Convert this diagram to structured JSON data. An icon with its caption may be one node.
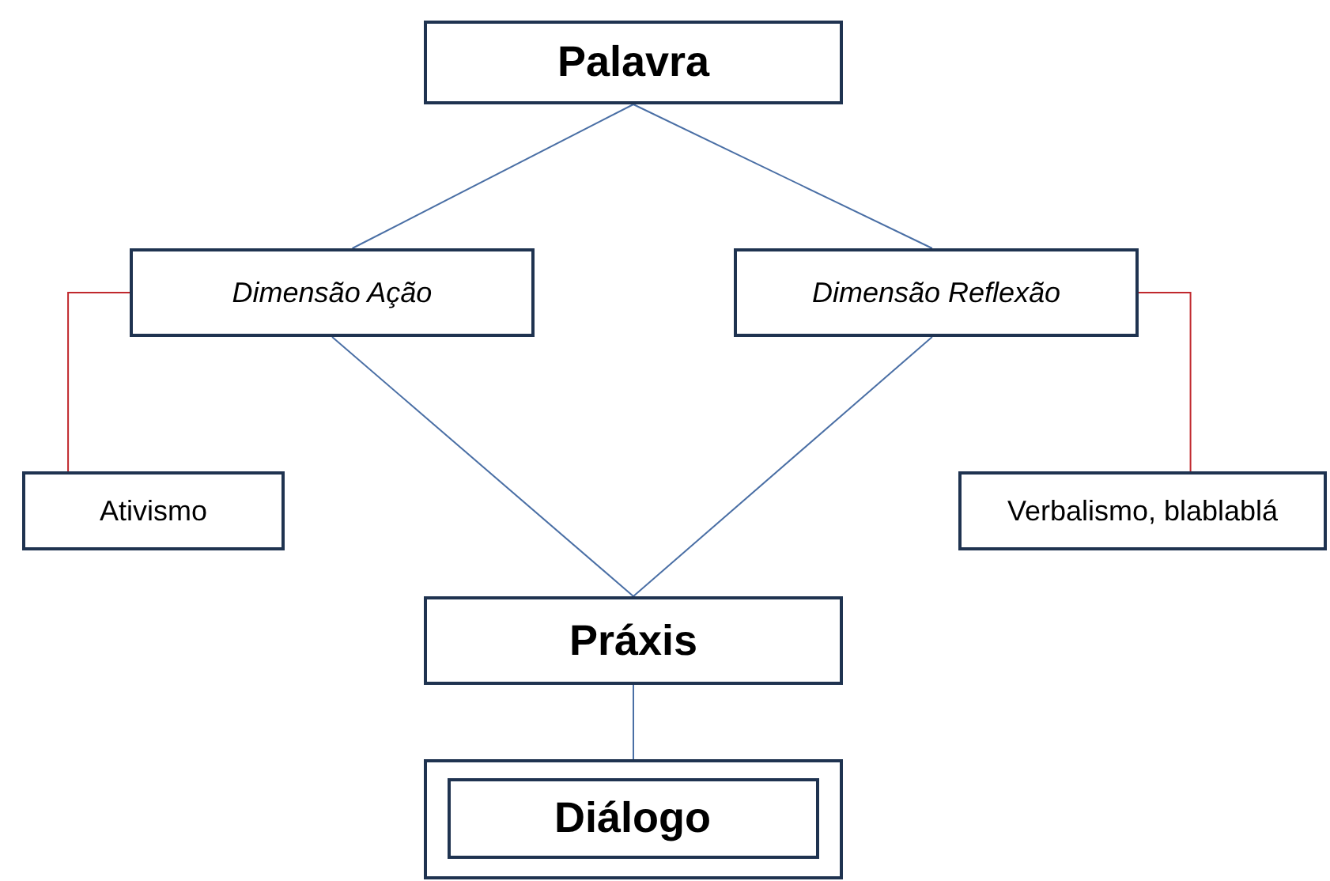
{
  "diagram": {
    "nodes": [
      {
        "text": [
          "Palavra"
        ]
      },
      {
        "text": [
          "Dimensão Ação"
        ]
      },
      {
        "text": [
          "Dimensão Reflexão"
        ]
      },
      {
        "text": [
          "Ativismo"
        ]
      },
      {
        "text": [
          "Verbalismo, blablablá"
        ]
      },
      {
        "text": [
          "Práxis"
        ]
      },
      {
        "text": [],
        "shape": "box"
      },
      {
        "text": [
          "Diálogo"
        ],
        "in": 6
      }
    ],
    "edges": [
      {
        "from": 0,
        "to": 1,
        "arrow": "none"
      },
      {
        "from": 0,
        "to": 2,
        "arrow": "none"
      },
      {
        "from": 1,
        "to": 3,
        "arrow": "none",
        "color": "#c0282d"
      },
      {
        "from": 2,
        "to": 4,
        "arrow": "none",
        "color": "#c0282d"
      },
      {
        "from": 1,
        "to": 5,
        "arrow": "none"
      },
      {
        "from": 2,
        "to": 5,
        "arrow": "none"
      },
      {
        "from": 5,
        "to": 6,
        "arrow": "none"
      }
    ]
  }
}
